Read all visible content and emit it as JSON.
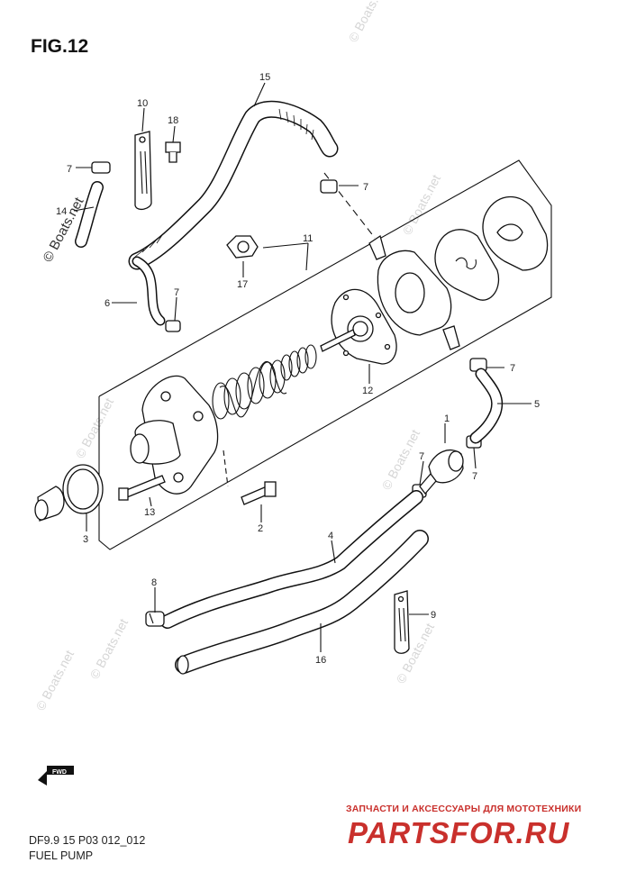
{
  "figure": {
    "title": "FIG.12",
    "model_code": "DF9.9 15 P03 012_012",
    "subtitle": "FUEL PUMP"
  },
  "watermarks": [
    "© Boats.net",
    "© Boats.net",
    "© Boats.net",
    "© Boats.net",
    "© Boats.net",
    "© Boats.net",
    "© Boats.net",
    "© Boats.net"
  ],
  "callouts": [
    "1",
    "2",
    "3",
    "4",
    "5",
    "6",
    "7",
    "7",
    "7",
    "7",
    "7",
    "7",
    "8",
    "9",
    "10",
    "11",
    "12",
    "13",
    "14",
    "15",
    "16",
    "17",
    "18"
  ],
  "fwd_label": "FWD",
  "branding": {
    "tagline": "ЗАПЧАСТИ И АКСЕССУАРЫ ДЛЯ МОТОТЕХНИКИ",
    "logo": "PARTSFOR.RU",
    "color": "#c9302c"
  }
}
